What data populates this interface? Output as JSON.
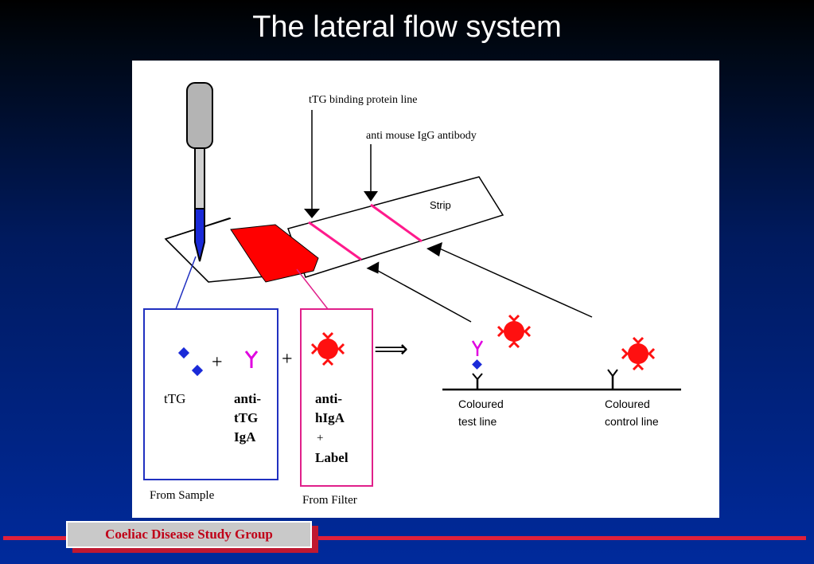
{
  "slide": {
    "title": "The lateral flow system",
    "footer_label": "Coeliac Disease Study Group"
  },
  "diagram": {
    "callouts": {
      "ttg_line": "tTG binding protein line",
      "anti_mouse": "anti mouse IgG antibody",
      "strip": "Strip"
    },
    "sample_box": {
      "ttg": "tTG",
      "anti_line1": "anti-",
      "anti_line2": "tTG",
      "anti_line3": "IgA",
      "caption": "From Sample"
    },
    "filter_box": {
      "line1": "anti-",
      "line2": "hIgA",
      "line3": "+",
      "line4": "Label",
      "caption": "From Filter"
    },
    "results": {
      "test_line1": "Coloured",
      "test_line2": "test line",
      "control_line1": "Coloured",
      "control_line2": "control line"
    },
    "symbols": {
      "plus": "+",
      "arrow": "⟹"
    },
    "colors": {
      "antigen": "#1a2ad8",
      "antibody": "#e000e0",
      "label": "#ff1010",
      "pad": "#ff0000",
      "sample_box": "#2030c0",
      "filter_box": "#e0208a",
      "test_lines": "#ff1a8c"
    }
  }
}
